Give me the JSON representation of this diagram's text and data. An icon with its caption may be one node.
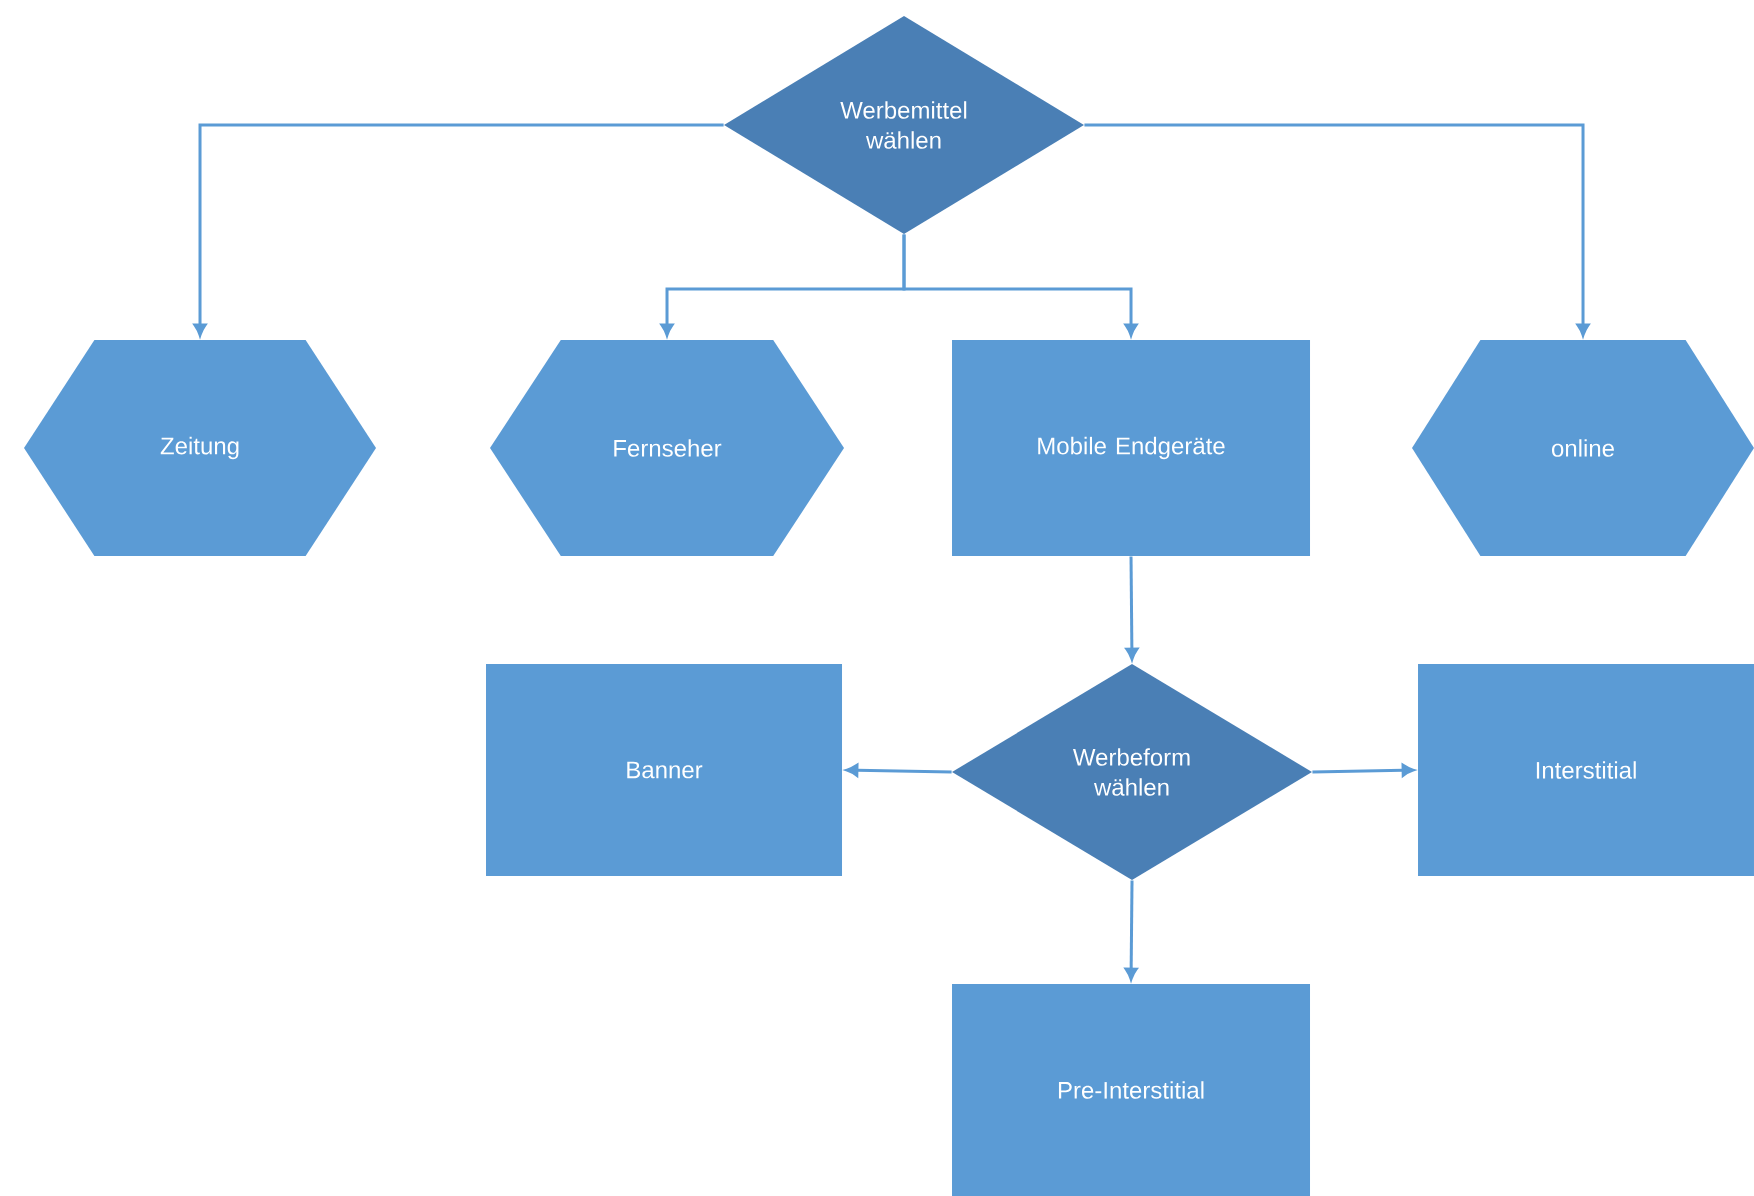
{
  "diagram": {
    "nodes": [
      {
        "text": [
          "Werbemittel wählen"
        ]
      },
      {
        "text": [
          "Zeitung"
        ]
      },
      {
        "text": [
          "Fernseher"
        ]
      },
      {
        "text": [
          "Mobile Endgeräte"
        ]
      },
      {
        "text": [
          "online"
        ]
      },
      {
        "text": [
          "Banner"
        ]
      },
      {
        "text": [
          "Werbeform wählen"
        ]
      },
      {
        "text": [
          "Interstitial"
        ]
      },
      {
        "text": [
          "Pre-Interstitial"
        ]
      }
    ],
    "edges": [
      {
        "from": 0,
        "to": 1,
        "arrow": "to"
      },
      {
        "from": 0,
        "to": 2,
        "arrow": "to"
      },
      {
        "from": 0,
        "to": 3,
        "arrow": "to"
      },
      {
        "from": 0,
        "to": 4,
        "arrow": "to"
      },
      {
        "from": 3,
        "to": 6,
        "arrow": "to"
      },
      {
        "from": 6,
        "to": 5,
        "arrow": "to"
      },
      {
        "from": 6,
        "to": 7,
        "arrow": "to"
      },
      {
        "from": 6,
        "to": 8,
        "arrow": "to"
      }
    ]
  }
}
